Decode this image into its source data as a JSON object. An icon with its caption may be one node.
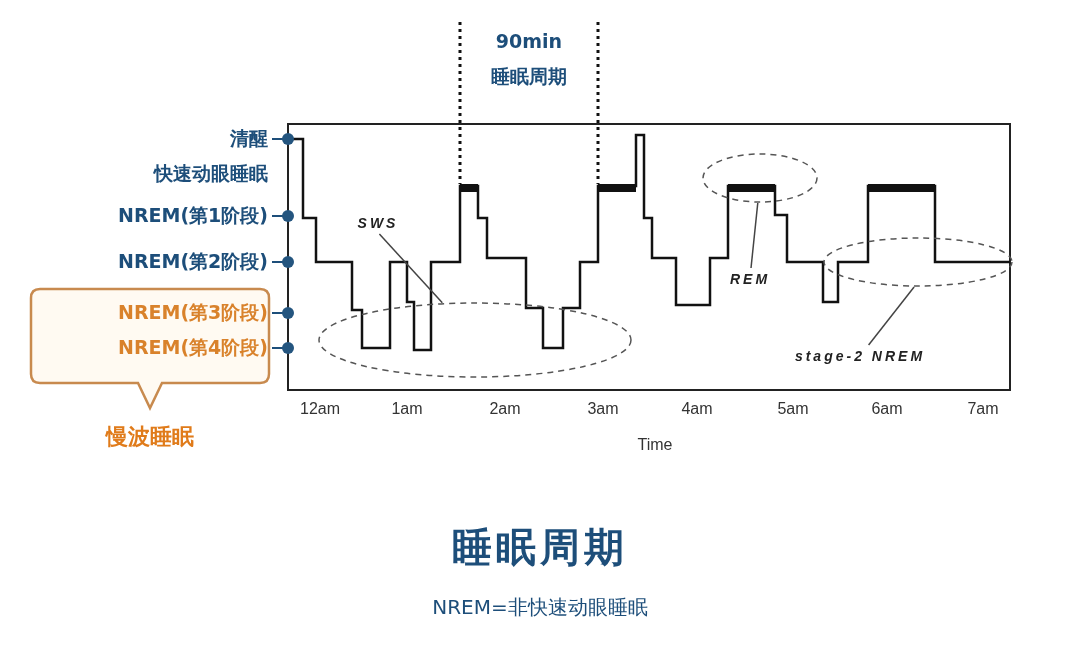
{
  "diagram": {
    "title": "睡眠周期",
    "caption": "NREM=非快速动眼睡眠",
    "nodes": [
      {
        "text": [
          "NREM(第3阶段)",
          "NREM(第4阶段)"
        ],
        "beside": [
          "慢波睡眠"
        ]
      },
      {
        "text": [
          "SWS"
        ]
      },
      {
        "text": [],
        "shape": "ellipse"
      },
      {
        "text": [
          "REM"
        ]
      },
      {
        "text": [],
        "shape": "ellipse"
      },
      {
        "text": [
          "stage-2 NREM"
        ]
      },
      {
        "text": [],
        "shape": "ellipse"
      }
    ],
    "edges": [
      {
        "from": 1,
        "to": 2,
        "arrow": "none"
      },
      {
        "from": 3,
        "to": 4,
        "arrow": "none"
      },
      {
        "from": 5,
        "to": 6,
        "arrow": "none"
      }
    ],
    "labels": [
      "90min",
      "睡眠周期",
      "清醒",
      "快速动眼睡眠",
      "NREM(第1阶段)",
      "NREM(第2阶段)",
      "12am",
      "1am",
      "2am",
      "3am",
      "4am",
      "5am",
      "6am",
      "7am",
      "Time"
    ]
  }
}
